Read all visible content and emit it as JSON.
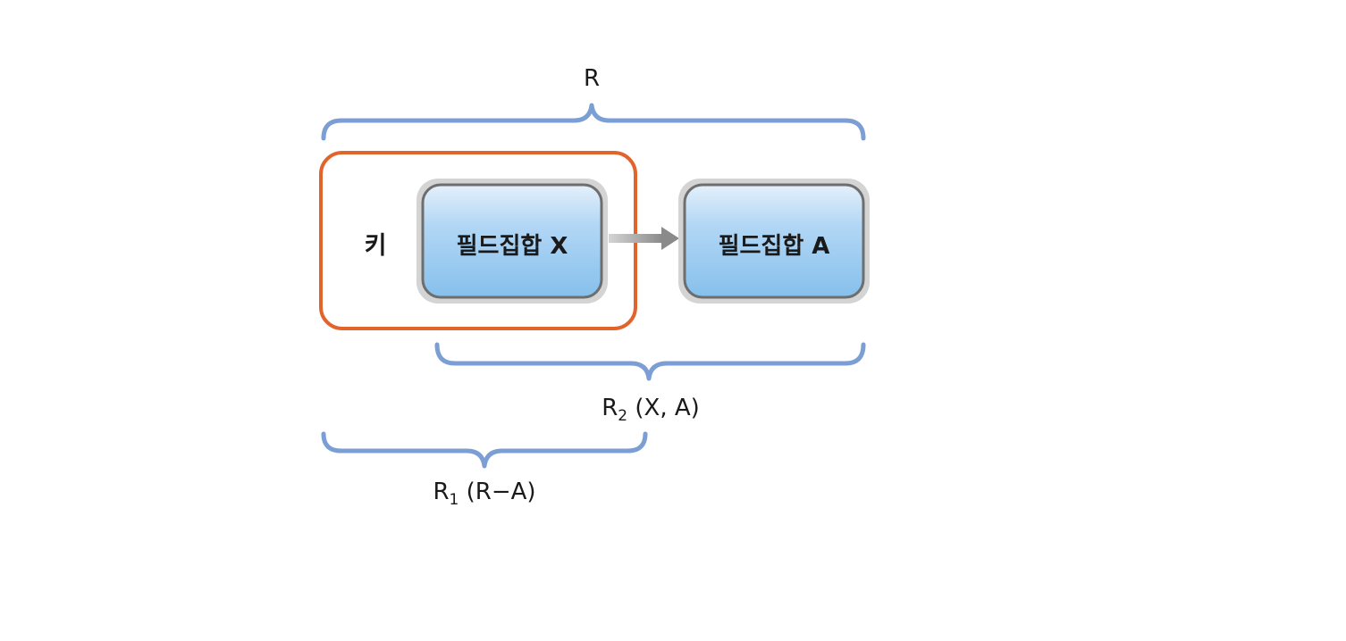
{
  "colors": {
    "brace": "#7b9fd4",
    "key_outline": "#e0642c",
    "box_fill_top": "#dcebfa",
    "box_fill_bottom": "#8ec4ee",
    "box_border": "#6e6e6e",
    "box_halo": "#c8c8c8",
    "arrow": "#9a9a9a"
  },
  "relation": {
    "name": "R"
  },
  "key": {
    "label": "키"
  },
  "boxes": {
    "x": {
      "label": "필드집합 X"
    },
    "a": {
      "label": "필드집합 A"
    }
  },
  "decomposition": {
    "r2": {
      "name": "R",
      "subscript": "2",
      "attrs": " (X, A)"
    },
    "r1": {
      "name": "R",
      "subscript": "1",
      "attrs": " (R−A)"
    }
  },
  "arrow": {
    "icon": "right-arrow-icon"
  }
}
